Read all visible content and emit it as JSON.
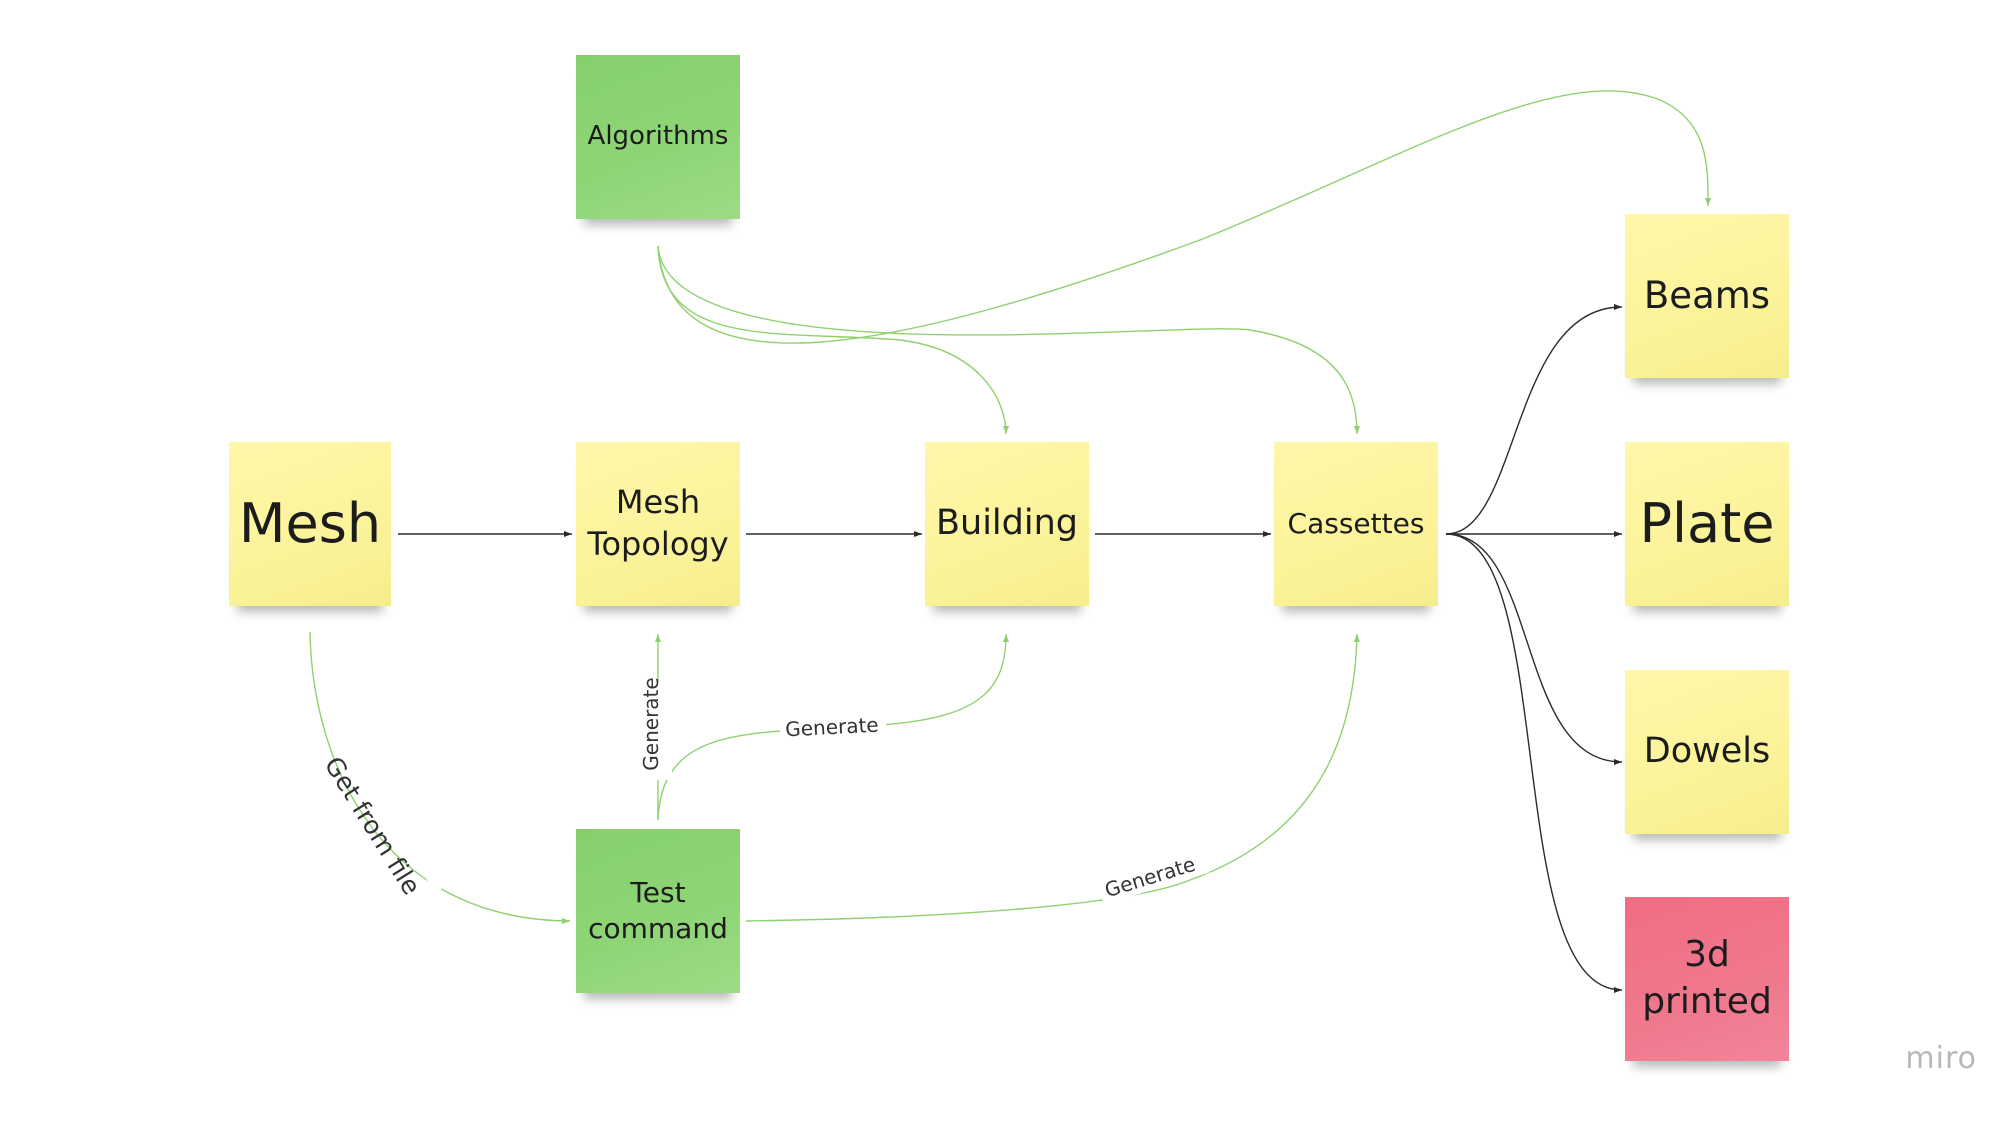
{
  "notes": {
    "algorithms": "Algorithms",
    "mesh": "Mesh",
    "mesh_topology": "Mesh Topology",
    "building": "Building",
    "cassettes": "Cassettes",
    "beams": "Beams",
    "plate": "Plate",
    "dowels": "Dowels",
    "printed_3d": "3d printed",
    "test_command": "Test command"
  },
  "edge_labels": {
    "get_from_file": "Get from file",
    "generate_topology": "Generate",
    "generate_building": "Generate",
    "generate_cassettes": "Generate"
  },
  "colors": {
    "yellow_note": "#fbf39a",
    "green_note": "#8fd577",
    "red_note": "#f0788d",
    "green_edge": "#8fd16f",
    "dark_edge": "#2b2b2b"
  },
  "watermark": "miro"
}
